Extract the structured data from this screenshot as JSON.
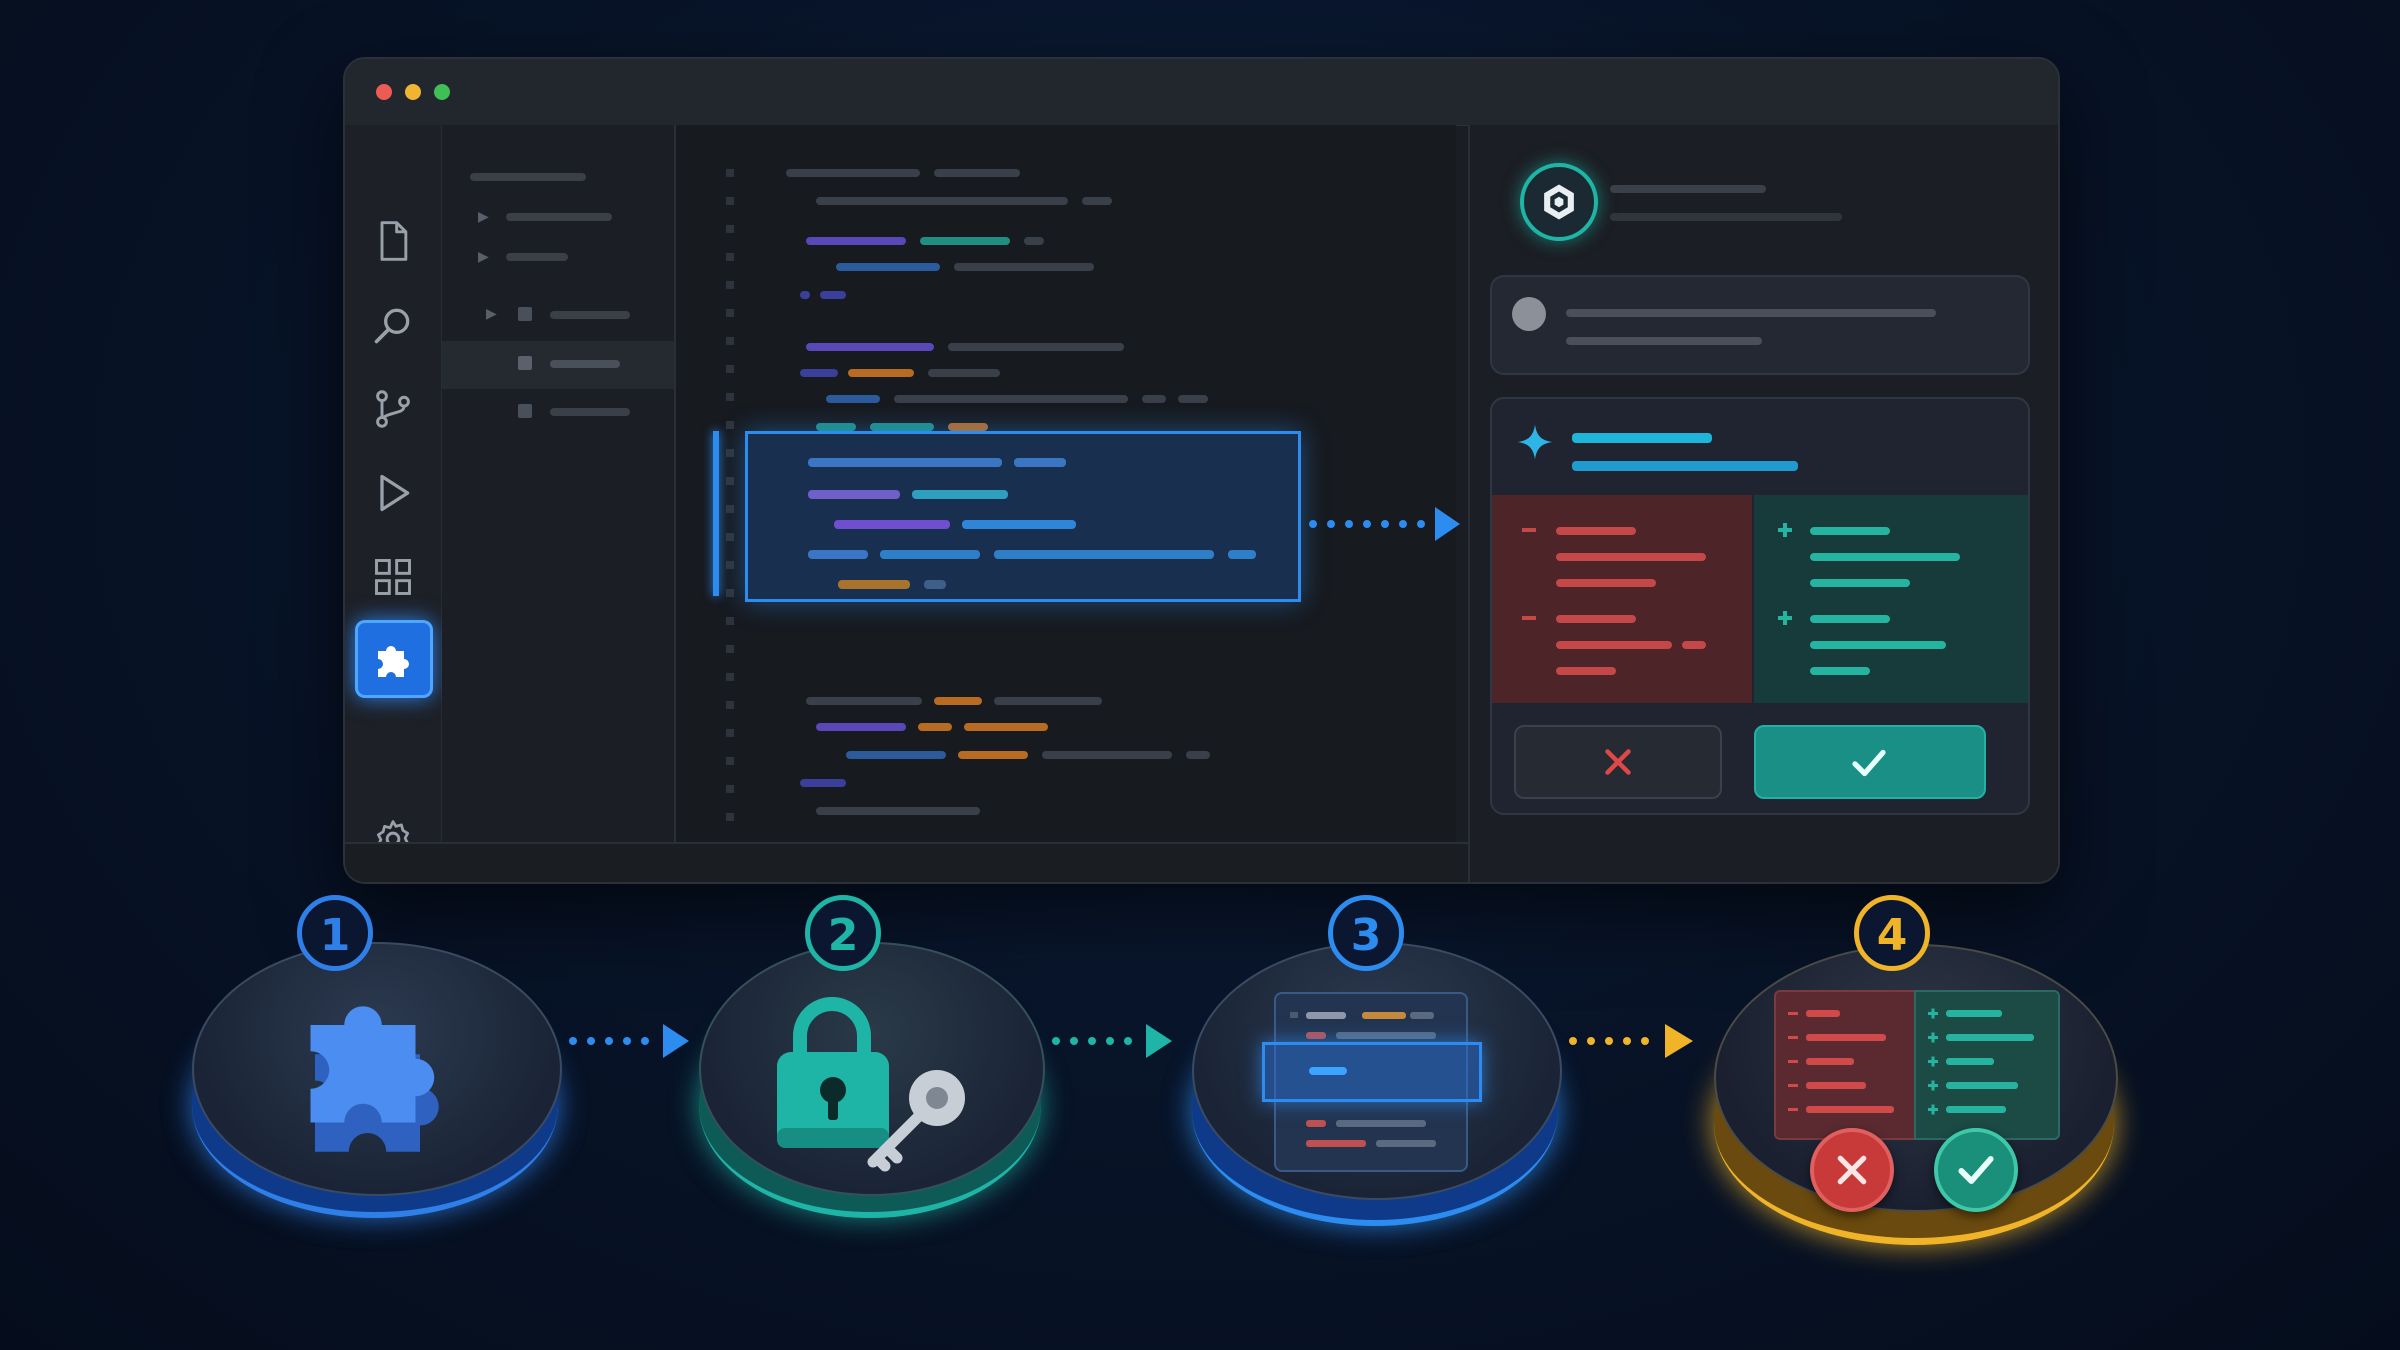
{
  "colors": {
    "accent_blue": "#2d8cf0",
    "accent_teal": "#1fb5a6",
    "accent_amber": "#f0b429",
    "danger": "#e04848",
    "success": "#25b49f"
  },
  "window": {
    "traffic_lights": [
      "close",
      "minimize",
      "maximize"
    ]
  },
  "activity_bar": {
    "icons": [
      "files-icon",
      "search-icon",
      "source-control-icon",
      "run-icon",
      "extensions-grid-icon",
      "puzzle-extension-icon",
      "settings-gear-icon"
    ],
    "active": "puzzle-extension-icon"
  },
  "diff_card": {
    "actions": [
      "reject",
      "accept"
    ]
  },
  "steps": [
    {
      "number": "1",
      "icon": "puzzle-icon",
      "color": "#2f7fe8"
    },
    {
      "number": "2",
      "icon": "lock-key-icon",
      "color": "#1fb5a6"
    },
    {
      "number": "3",
      "icon": "code-selection-icon",
      "color": "#2d8cf0"
    },
    {
      "number": "4",
      "icon": "diff-review-icon",
      "color": "#f0b429"
    }
  ]
}
